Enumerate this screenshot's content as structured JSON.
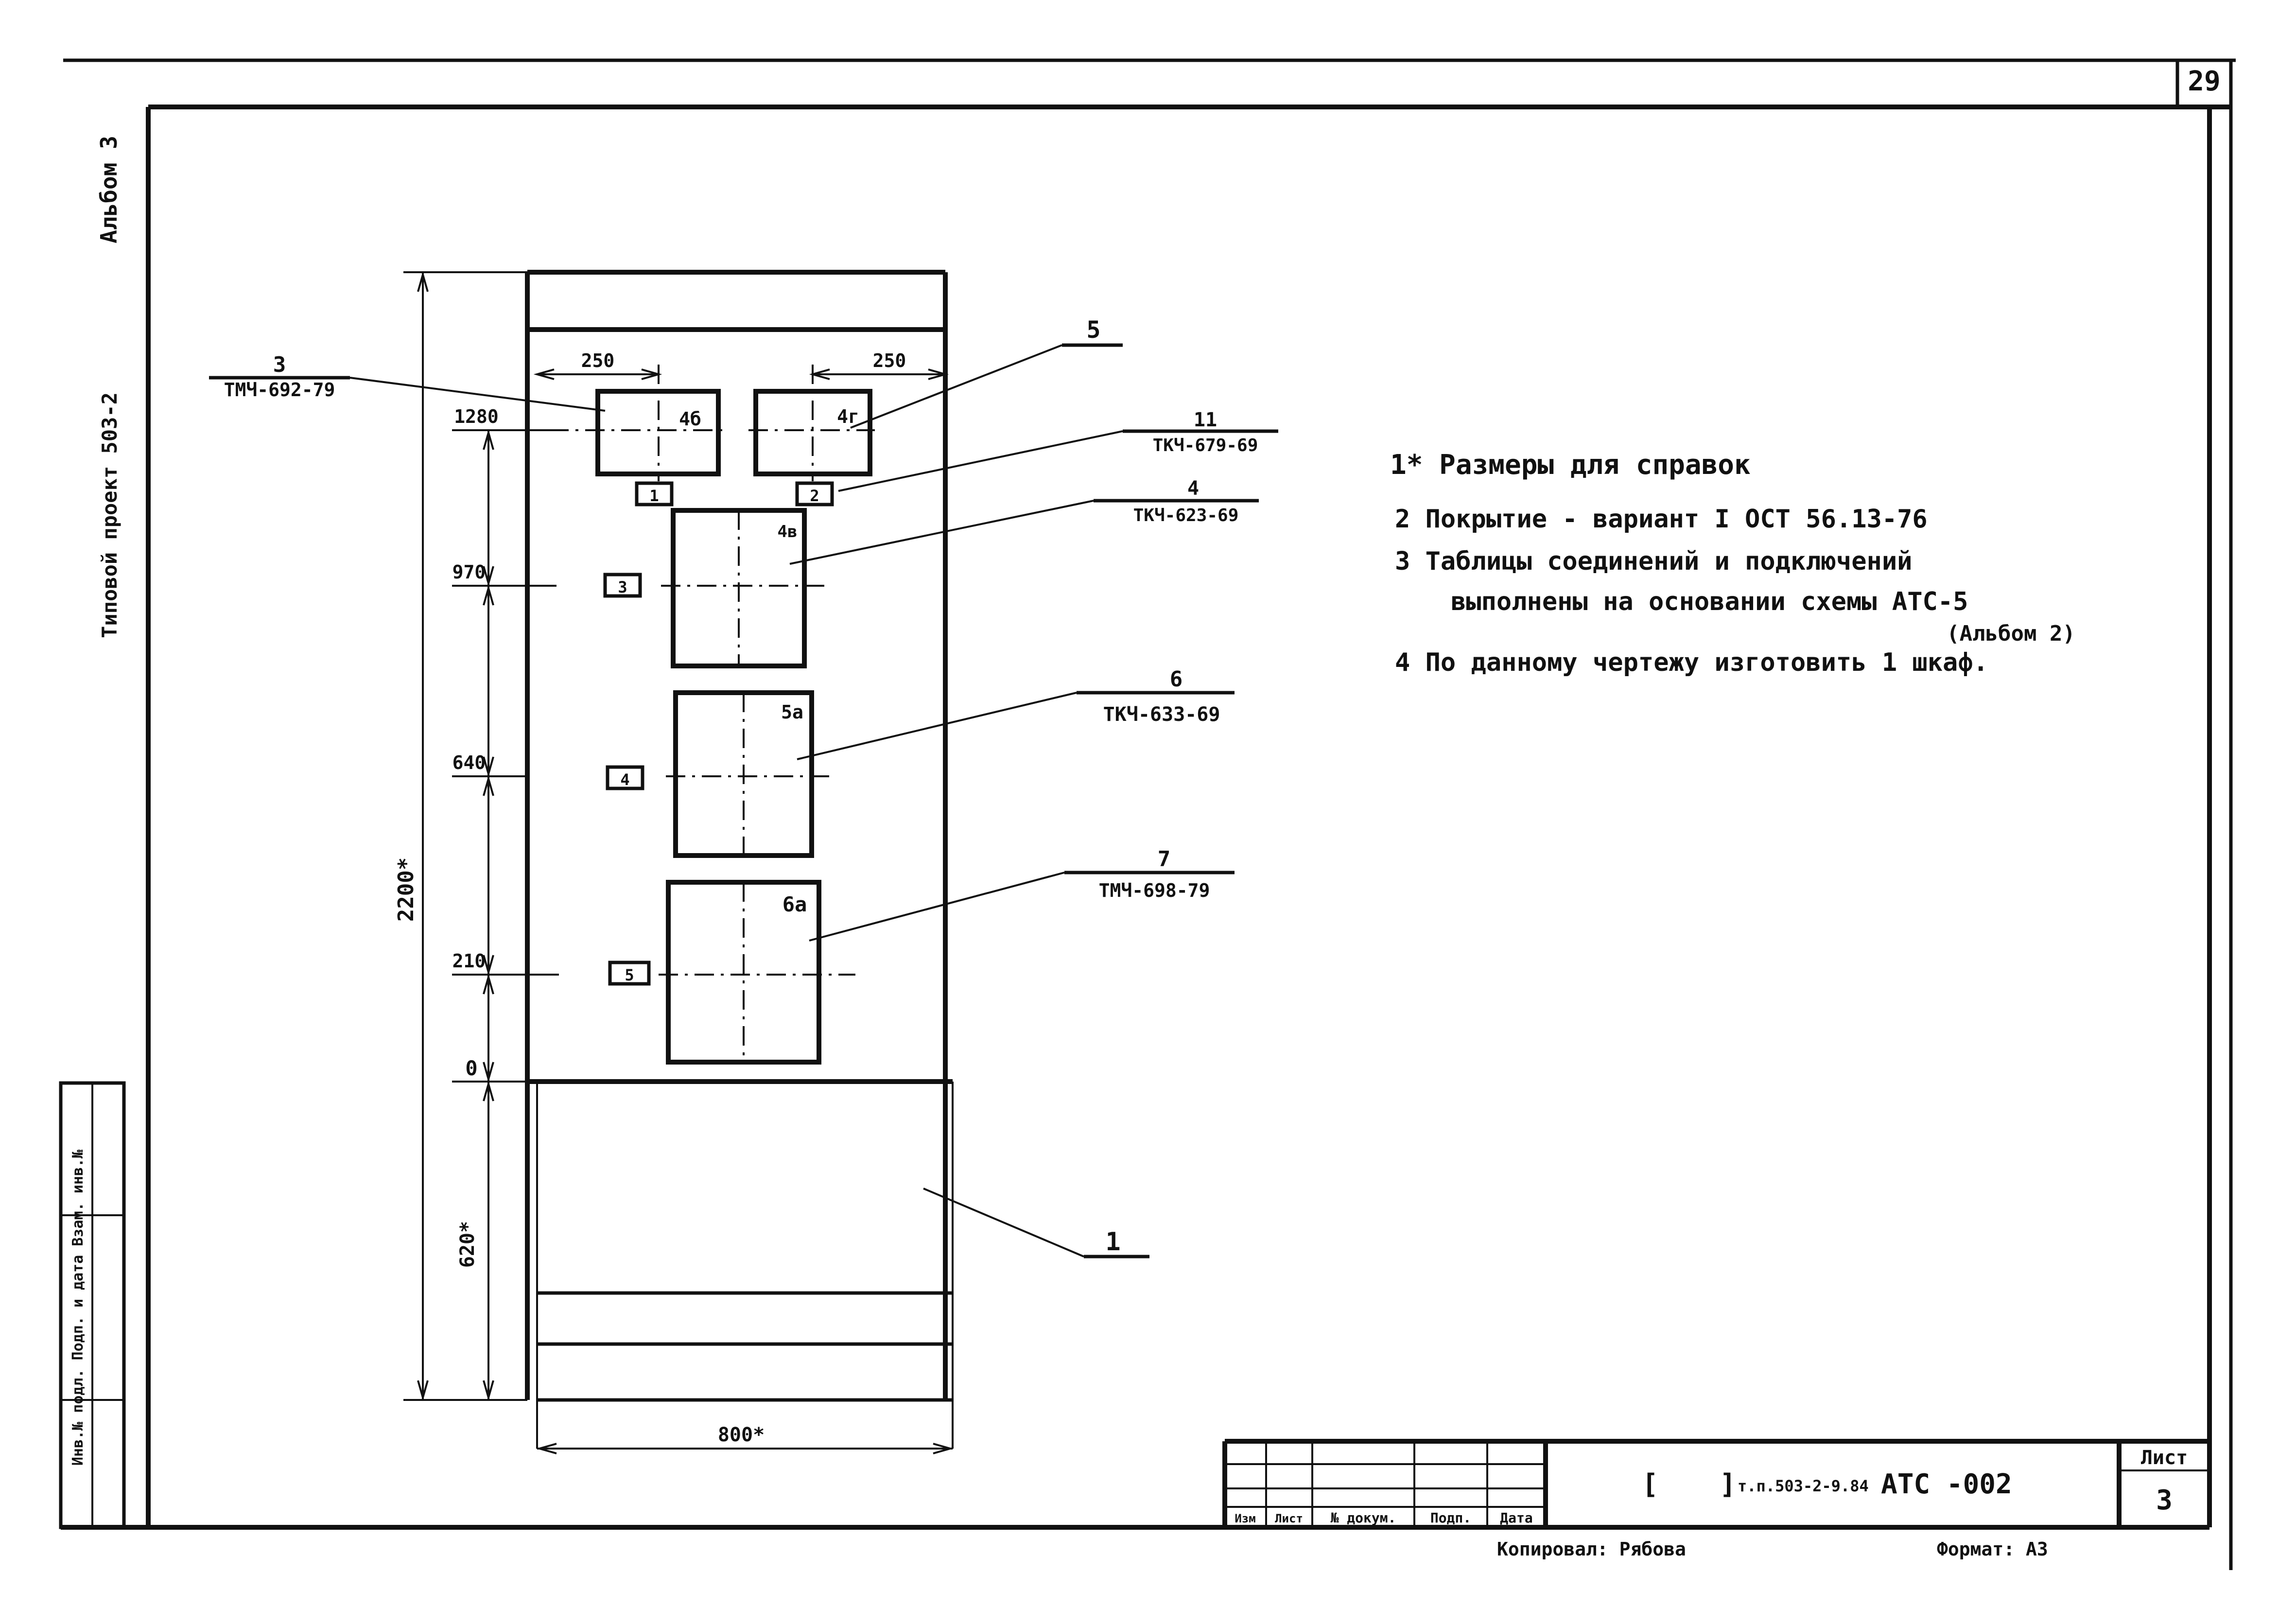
{
  "page": {
    "sheet_number": "29"
  },
  "side_captions": {
    "album": "Альбом 3",
    "project": "Типовой проект 503-2",
    "stamp_strip": "Инв.№ подл. Подп. и дата Взам. инв.№"
  },
  "dimensions": {
    "overall_height": "2200*",
    "bottom_height": "620*",
    "width": "800*",
    "left_offset": "250",
    "right_offset": "250",
    "levels": [
      "1280",
      "970",
      "640",
      "210",
      "0"
    ]
  },
  "components": [
    {
      "cell": "4б",
      "marker": "1"
    },
    {
      "cell": "4г",
      "marker": "2"
    },
    {
      "cell": "4в",
      "marker": "3"
    },
    {
      "cell": "5а",
      "marker": "4"
    },
    {
      "cell": "6а",
      "marker": "5"
    }
  ],
  "callouts": [
    {
      "pos": "3",
      "code": "ТМЧ-692-79"
    },
    {
      "pos": "5",
      "code": ""
    },
    {
      "pos": "11",
      "code": "ТКЧ-679-69"
    },
    {
      "pos": "4",
      "code": "ТКЧ-623-69"
    },
    {
      "pos": "6",
      "code": "ТКЧ-633-69"
    },
    {
      "pos": "7",
      "code": "ТМЧ-698-79"
    },
    {
      "pos": "1",
      "code": ""
    }
  ],
  "notes": [
    "1* Размеры для справок",
    "2  Покрытие - вариант I  ОСТ 56.13-76",
    "3  Таблицы соединений и подключений",
    "выполнены на основании схемы АТС-5",
    "(Альбом 2)",
    "4  По данному чертежу изготовить 1 шкаф."
  ],
  "title_block": {
    "col_headers": [
      "Изм",
      "Лист",
      "№ докум.",
      "Подп.",
      "Дата"
    ],
    "bracket_open": "[",
    "bracket_close": "]",
    "project_code": "т.п.503-2-9.84",
    "doc_designation": "АТС   -002",
    "sheet_label": "Лист",
    "sheet_value": "3",
    "copied_by": "Копировал: Рябова",
    "format": "Формат: А3"
  }
}
